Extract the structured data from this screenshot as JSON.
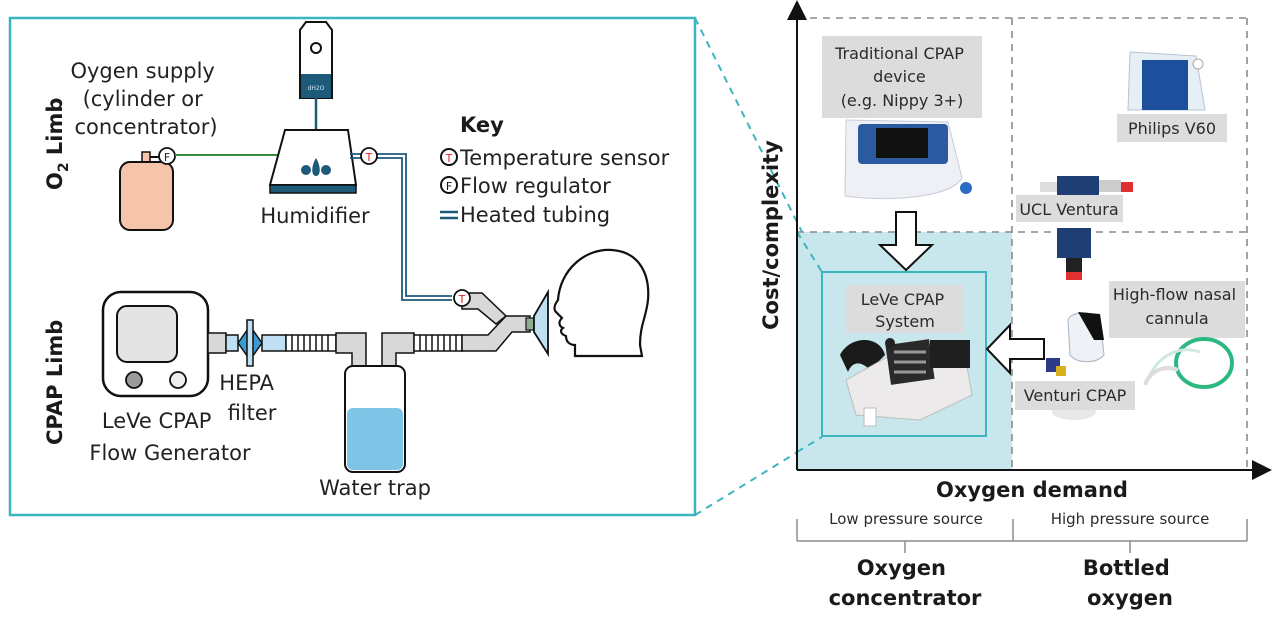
{
  "left_panel": {
    "o2_limb_label": "O",
    "o2_limb_sub": "2",
    "o2_limb_rest": " Limb",
    "cpap_limb_label": "CPAP Limb",
    "oxygen_supply": [
      "Oygen supply",
      "(cylinder or",
      "concentrator)"
    ],
    "humidifier_label": "Humidifier",
    "humidifier_bottle_label": "dH2O",
    "hepa_label": [
      "HEPA",
      "filter"
    ],
    "flow_generator_label": [
      "LeVe CPAP",
      "Flow Generator"
    ],
    "water_trap_label": "Water trap",
    "temp_sensor_glyph": "T",
    "flow_reg_glyph": "F",
    "key": {
      "title": "Key",
      "items": [
        {
          "icon": "temperature-sensor-icon",
          "label": "Temperature sensor"
        },
        {
          "icon": "flow-regulator-icon",
          "label": "Flow regulator"
        },
        {
          "icon": "heated-tubing-icon",
          "label": "Heated tubing"
        }
      ]
    }
  },
  "right_panel": {
    "y_axis_label": "Cost/complexity",
    "x_axis_label": "Oxygen demand",
    "devices": {
      "traditional_cpap": [
        "Traditional CPAP",
        "device",
        "(e.g. Nippy 3+)"
      ],
      "philips": "Philips V60",
      "ucl_ventura": "UCL Ventura",
      "leve_cpap": [
        "LeVe CPAP",
        "System"
      ],
      "hfnc": [
        "High-flow nasal",
        "cannula"
      ],
      "venturi": "Venturi CPAP"
    },
    "bracket": {
      "low": "Low pressure source",
      "high": "High pressure source",
      "low_source": [
        "Oxygen",
        "concentrator"
      ],
      "high_source": [
        "Bottled",
        "oxygen"
      ]
    }
  },
  "colors": {
    "teal": "#3db5bf",
    "teal_fill": "#c7e7ec",
    "tube_blue": "#1d5a7a",
    "o2_green": "#3b8a3a",
    "cylinder": "#f6c4a8",
    "label_grey": "#dcdcdc",
    "red": "#d7262a"
  }
}
